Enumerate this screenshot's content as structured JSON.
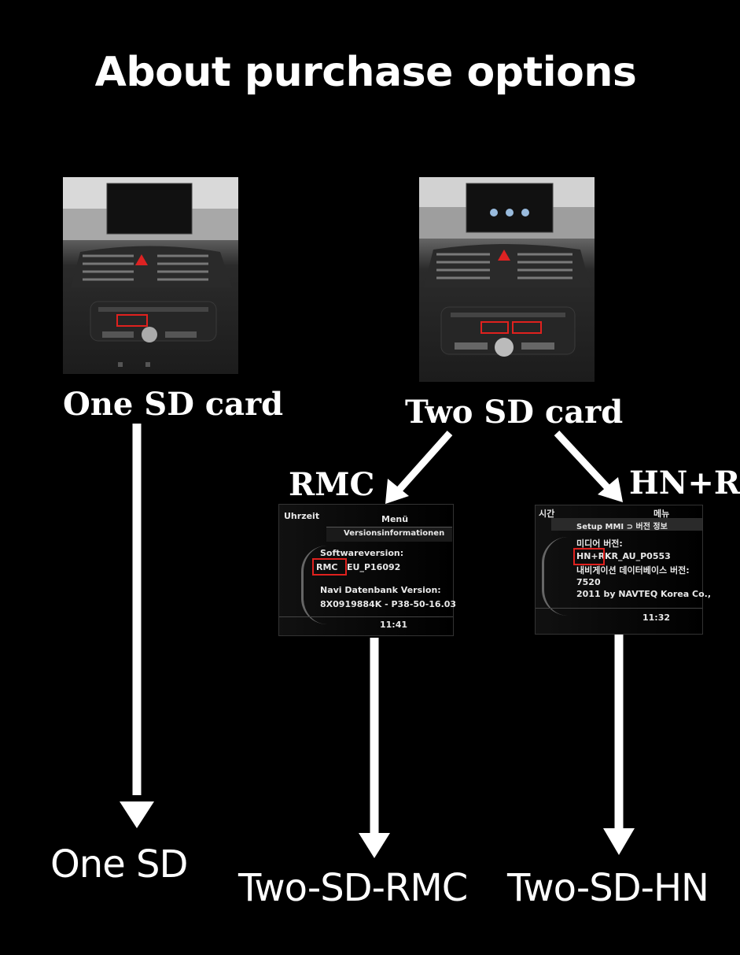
{
  "title": "About purchase options",
  "branches": {
    "one_sd_card": "One SD card",
    "two_sd_card": "Two SD card",
    "rmc": "RMC",
    "hnr": "HN+R"
  },
  "options": {
    "one_sd": "One SD",
    "two_sd_rmc": "Two-SD-RMC",
    "two_sd_hn": "Two-SD-HN"
  },
  "rmc_screen": {
    "time_label": "Uhrzeit",
    "menu": "Menü",
    "header": "Versionsinformationen",
    "software_label": "Softwareversion:",
    "prefix": "RMC",
    "software_value": "EU_P16092",
    "navi_label": "Navi Datenbank Version:",
    "navi_value": "8X0919884K  - P38-50-16.03",
    "clock": "11:41"
  },
  "hnr_screen": {
    "time_label": "시간",
    "menu": "메뉴",
    "header": "Setup MMI ⊃ 버전 정보",
    "media_label": "미디어 버전:",
    "prefix": "HN+R",
    "media_value": "KR_AU_P0553",
    "db_label": "내비게이션 데이터베이스 버전:",
    "db_value": "7520",
    "db_vendor": "2011 by NAVTEQ Korea Co.,",
    "clock": "11:32"
  },
  "colors": {
    "background": "#000000",
    "arrow": "#ffffff",
    "highlight": "#e0211e"
  }
}
